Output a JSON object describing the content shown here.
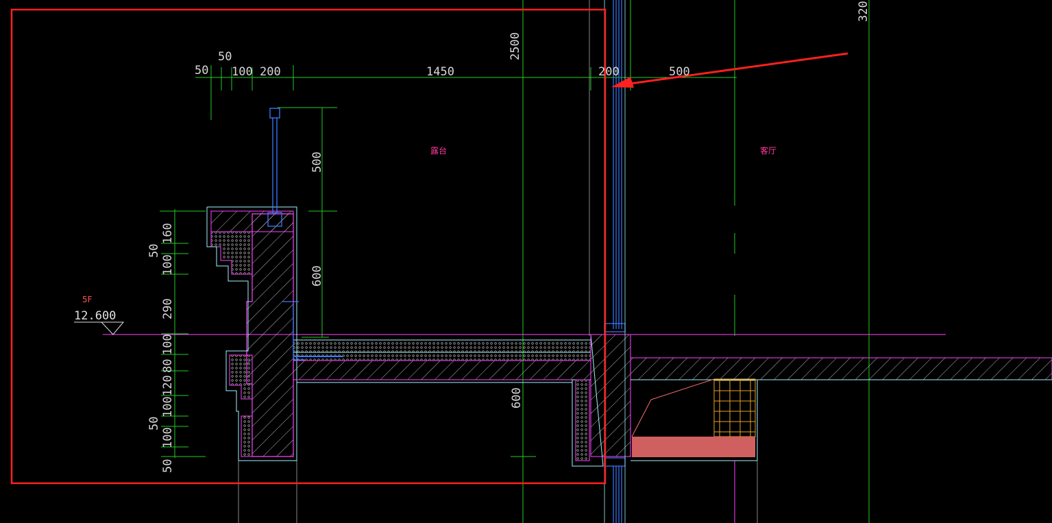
{
  "drawing": {
    "room_labels": {
      "balcony": "露台",
      "living": "客厅"
    },
    "level": {
      "floor": "5F",
      "elevation": "12.600"
    },
    "dims_top": [
      "50",
      "50",
      "100",
      "200",
      "1450",
      "200",
      "500"
    ],
    "dims_vertical_right": [
      "500",
      "600"
    ],
    "dims_vertical_left": [
      "160",
      "50",
      "100",
      "290",
      "100",
      "80",
      "120",
      "100",
      "50",
      "100",
      "50"
    ],
    "dim_2500": "2500",
    "dim_600_lower": "600",
    "dim_320_partial": "320",
    "colors": {
      "background": "#000000",
      "highlight_box": "#ff2020",
      "arrow": "#ff2020",
      "dim_line": "#22cc22",
      "wall_outline": "#ff44ff",
      "hatch": "#d8d8d8",
      "window_blue": "#3a7bff",
      "slab_fill": "#d06060",
      "mesh": "#e8a020"
    }
  }
}
